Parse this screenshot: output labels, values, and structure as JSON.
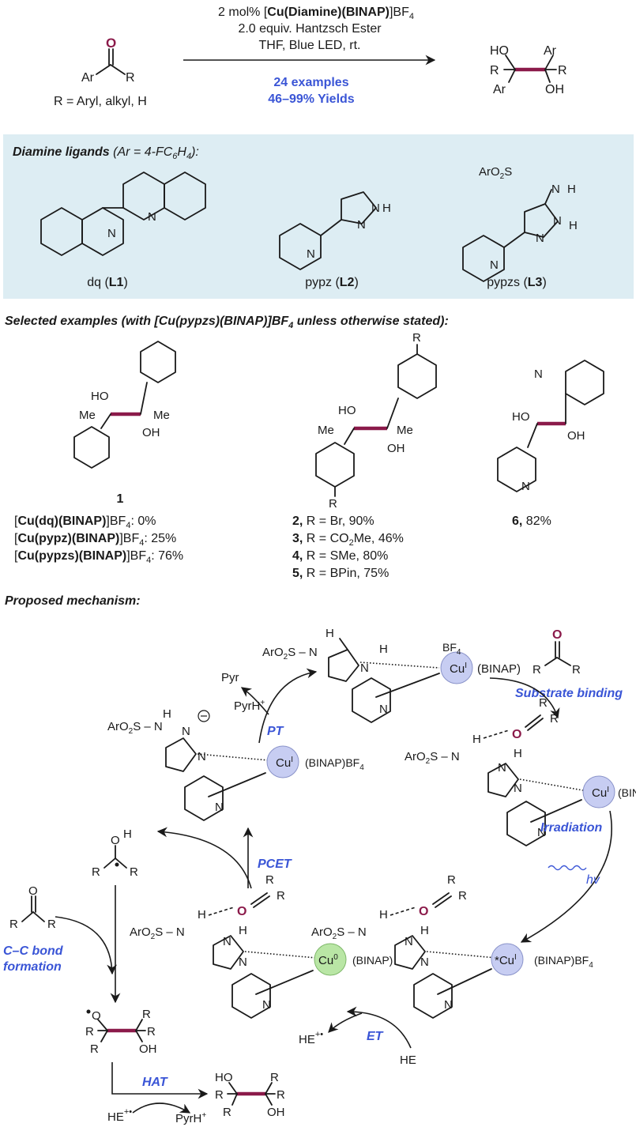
{
  "header": {
    "cond1": "2 mol% [",
    "cond1_bold": "Cu(Diamine)(BINAP)",
    "cond1_tail": "]BF",
    "cond1_sub": "4",
    "cond2": "2.0 equiv. Hantzsch Ester",
    "cond3": "THF, Blue LED, rt.",
    "examples": "24 examples",
    "yields": "46–99% Yields",
    "r_def": "R = Aryl, alkyl, H",
    "o": "O",
    "ar": "Ar",
    "r": "R",
    "ho": "HO",
    "oh": "OH"
  },
  "ligands": {
    "title": "Diamine ligands",
    "title_paren": " (Ar = 4-FC",
    "title_sub1": "6",
    "title_mid": "H",
    "title_sub2": "4",
    "title_end": "):",
    "l1_name": "dq (",
    "l1_bold": "L1",
    "l2_name": "pypz (",
    "l2_bold": "L2",
    "l3_name": "pypzs (",
    "l3_bold": "L3",
    "close": ")",
    "n": "N",
    "nh": "N–H",
    "aro2s": "ArO",
    "h": "H"
  },
  "examples": {
    "title": "Selected examples (with [Cu(pypzs)(BINAP)]BF",
    "title_sub": "4",
    "title_end": " unless otherwise stated):",
    "c1": "1",
    "c1_line1_a": "[",
    "c1_line1_b": "Cu(dq)(BINAP)",
    "c1_line1_c": "]BF",
    "c1_line1_d": ": 0%",
    "c1_line2_b": "Cu(pypz)(BINAP)",
    "c1_line2_d": ": 25%",
    "c1_line3_b": "Cu(pypzs)(BINAP)",
    "c1_line3_d": ": 76%",
    "c2": "2,",
    "c2_t": " R = Br, 90%",
    "c3": "3,",
    "c3_t": " R = CO",
    "c3_t2": "Me, 46%",
    "c4": "4,",
    "c4_t": " R = SMe, 80%",
    "c5": "5,",
    "c5_t": " R = BPin, 75%",
    "c6": "6,",
    "c6_t": " 82%",
    "me": "Me",
    "ho": "HO",
    "oh": "OH",
    "r": "R",
    "n": "N"
  },
  "mechanism": {
    "title": "Proposed mechanism:",
    "substrate_binding": "Substrate binding",
    "irradiation": "Irradiation",
    "hv": "hv",
    "et": "ET",
    "pcet": "PCET",
    "pt": "PT",
    "hat": "HAT",
    "cc1": "C–C bond",
    "cc2": "formation",
    "pyr": "Pyr",
    "pyrh": "PyrH",
    "he": "HE",
    "bf4": "BF",
    "binap": "(BINAP)",
    "binap_bf4": "(BINAP)BF",
    "cu": "Cu",
    "cu_i": "I",
    "cu_0": "0",
    "star_cu": "*Cu",
    "aro2s": "ArO",
    "o": "O",
    "r": "R",
    "h": "H",
    "n": "N",
    "oh": "OH",
    "ho": "HO"
  },
  "colors": {
    "blue_label": "#3a55d6",
    "maroon": "#8b1a4a",
    "panel_bg": "#ddedf3",
    "cu_circle": "#c7cdf2",
    "cu0_circle": "#b9e6a5"
  }
}
